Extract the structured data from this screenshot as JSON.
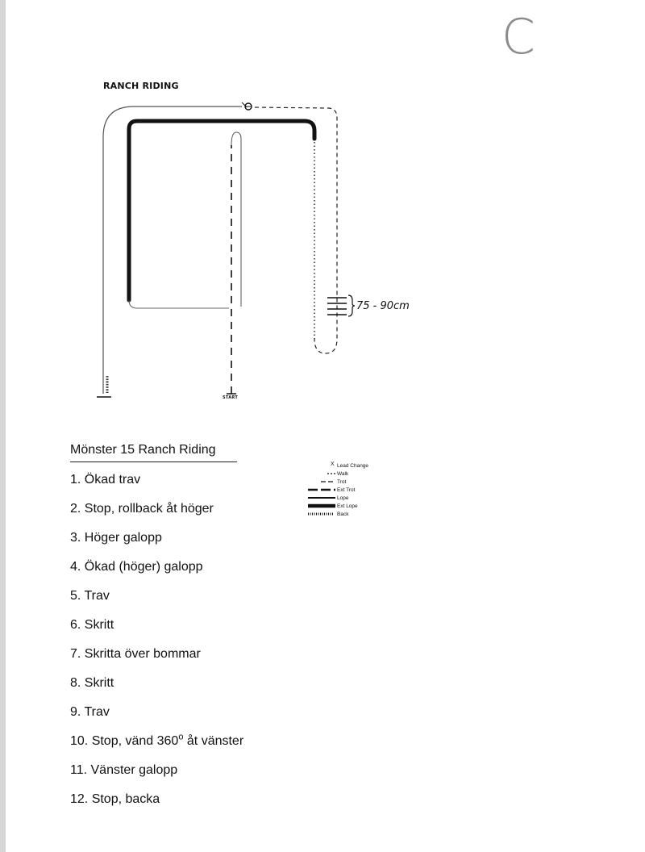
{
  "corner_letter": "C",
  "pattern": {
    "title": "RANCH RIDING",
    "pole_spacing_label": "75 - 90cm",
    "start_label": "START"
  },
  "legend": {
    "items": [
      {
        "key": "lead_change",
        "label": "Lead Change",
        "symbol": "X"
      },
      {
        "key": "walk",
        "label": "Walk"
      },
      {
        "key": "trot",
        "label": "Trot"
      },
      {
        "key": "ext_trot",
        "label": "Ext Trot"
      },
      {
        "key": "lope",
        "label": "Lope"
      },
      {
        "key": "ext_lope",
        "label": "Ext Lope"
      },
      {
        "key": "back",
        "label": "Back"
      }
    ]
  },
  "instructions": {
    "title": "Mönster 15 Ranch Riding",
    "steps": [
      {
        "text": "1. Ökad trav"
      },
      {
        "text": "2. Stop, rollback åt höger"
      },
      {
        "text": "3. Höger galopp"
      },
      {
        "text": "4. Ökad (höger) galopp"
      },
      {
        "text": "5. Trav"
      },
      {
        "text": "6. Skritt"
      },
      {
        "text": "7. Skritta över bommar"
      },
      {
        "text": "8. Skritt"
      },
      {
        "text": "9. Trav"
      },
      {
        "text_before": "10. Stop, vänd 360",
        "superscript": "o",
        "text_after": " åt vänster"
      },
      {
        "text": "11. Vänster galopp"
      },
      {
        "text": "12. Stop, backa"
      }
    ]
  }
}
